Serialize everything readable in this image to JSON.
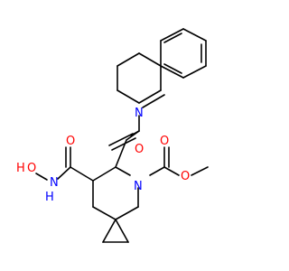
{
  "molecule": {
    "atom_labels": {
      "o_amide_ketone": "O",
      "n_piperidine": "N",
      "o_carboxamide": "O",
      "n_hydroxamic": "N",
      "h_hydroxamic": "H",
      "o_hydroxyl": "O",
      "h_hydroxyl": "H",
      "n_ring": "N",
      "o_carbamate_dbl": "O",
      "o_ester": "O"
    },
    "colors": {
      "oxygen": "#ff0000",
      "nitrogen": "#0000ff",
      "hydrogen_on_n": "#0000ff",
      "hydrogen_on_o": "#ff0000",
      "bond": "#000000",
      "background": "#ffffff"
    }
  }
}
